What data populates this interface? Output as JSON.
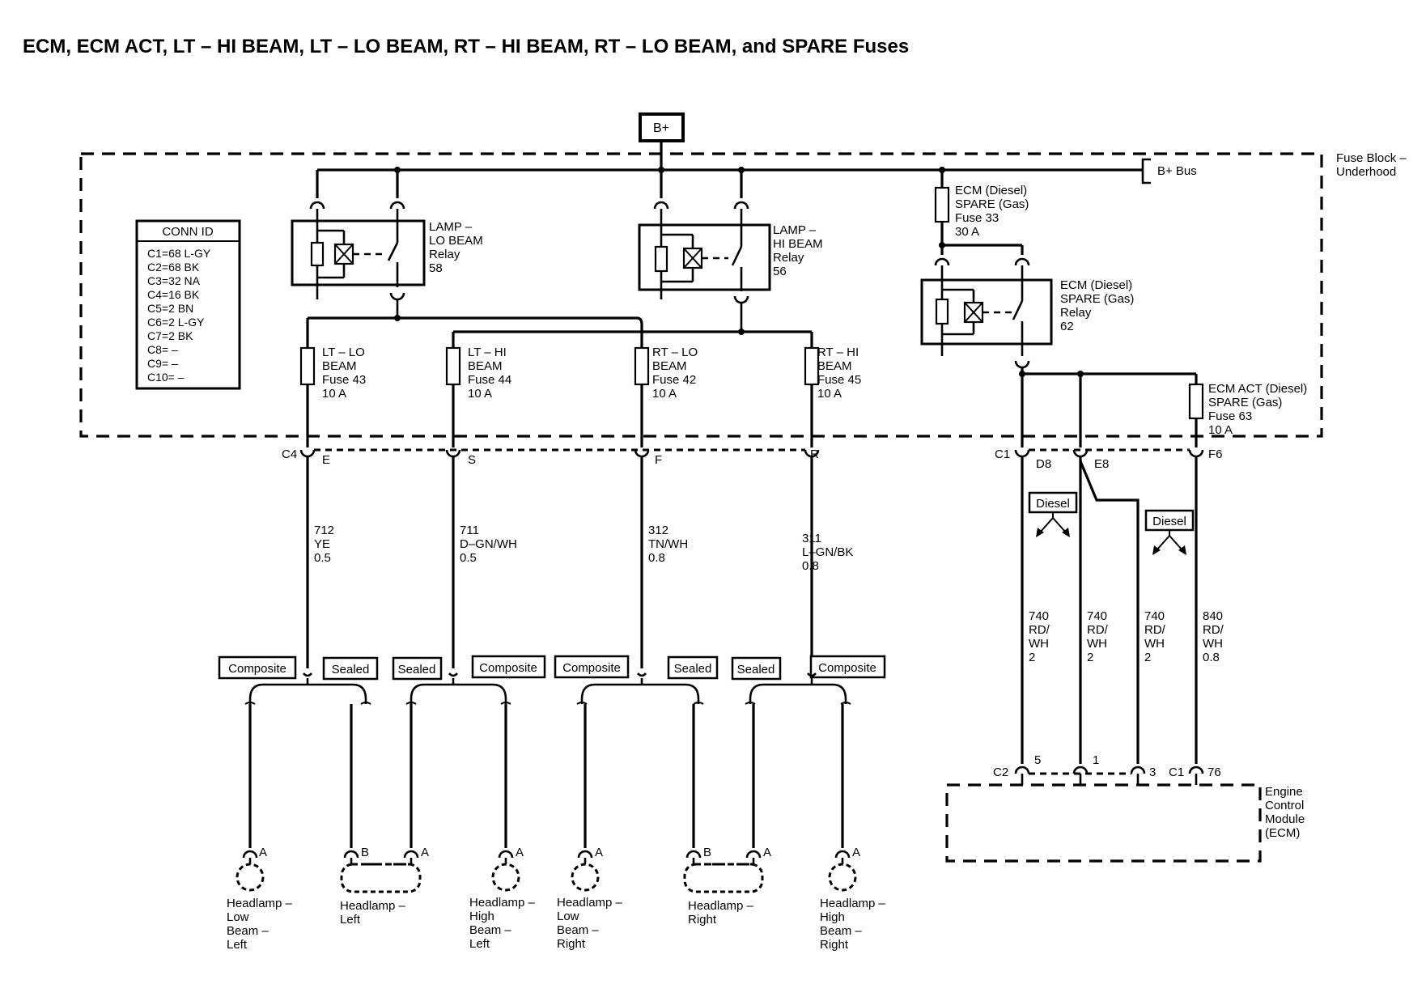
{
  "title": "ECM, ECM ACT, LT – HI BEAM, LT – LO BEAM, RT – HI BEAM, RT – LO BEAM, and SPARE Fuses",
  "power": {
    "source": "B+",
    "bus": "B+ Bus"
  },
  "fuse_block": {
    "line1": "Fuse Block –",
    "line2": "Underhood"
  },
  "conn_id": {
    "header": "CONN ID",
    "rows": [
      "C1=68 L-GY",
      "C2=68 BK",
      "C3=32 NA",
      "C4=16 BK",
      "C5=2 BN",
      "C6=2 L-GY",
      "C7=2 BK",
      "C8= –",
      "C9= –",
      "C10= –"
    ]
  },
  "relays": {
    "lo_beam": [
      "LAMP –",
      "LO BEAM",
      "Relay",
      "58"
    ],
    "hi_beam": [
      "LAMP –",
      "HI BEAM",
      "Relay",
      "56"
    ],
    "ecm": [
      "ECM (Diesel)",
      "SPARE (Gas)",
      "Relay",
      "62"
    ]
  },
  "fuses": {
    "f43": [
      "LT – LO",
      "BEAM",
      "Fuse 43",
      "10 A"
    ],
    "f44": [
      "LT – HI",
      "BEAM",
      "Fuse 44",
      "10 A"
    ],
    "f42": [
      "RT – LO",
      "BEAM",
      "Fuse 42",
      "10 A"
    ],
    "f45": [
      "RT – HI",
      "BEAM",
      "Fuse 45",
      "10 A"
    ],
    "f33": [
      "ECM (Diesel)",
      "SPARE (Gas)",
      "Fuse 33",
      "30 A"
    ],
    "f63": [
      "ECM ACT (Diesel)",
      "SPARE (Gas)",
      "Fuse 63",
      "10 A"
    ]
  },
  "connectors": {
    "c4": "C4",
    "c1": "C1",
    "c2": "C2",
    "c1b": "C1",
    "pins_top": [
      "E",
      "S",
      "F",
      "R",
      "D8",
      "E8",
      "F6"
    ],
    "pins_ecm": [
      "5",
      "1",
      "3",
      "76"
    ]
  },
  "wires": {
    "w712": [
      "712",
      "YE",
      "0.5"
    ],
    "w711": [
      "711",
      "D–GN/WH",
      "0.5"
    ],
    "w312": [
      "312",
      "TN/WH",
      "0.8"
    ],
    "w311": [
      "311",
      "L–GN/BK",
      "0.8"
    ],
    "w740a": [
      "740",
      "RD/",
      "WH",
      "2"
    ],
    "w740b": [
      "740",
      "RD/",
      "WH",
      "2"
    ],
    "w740c": [
      "740",
      "RD/",
      "WH",
      "2"
    ],
    "w840": [
      "840",
      "RD/",
      "WH",
      "0.8"
    ]
  },
  "options": {
    "diesel": "Diesel",
    "composite": "Composite",
    "sealed": "Sealed"
  },
  "lamp_pins": {
    "a": "A",
    "b": "B"
  },
  "headlamps": {
    "low_left": [
      "Headlamp –",
      "Low",
      "Beam –",
      "Left"
    ],
    "left": [
      "Headlamp –",
      "Left"
    ],
    "high_left": [
      "Headlamp –",
      "High",
      "Beam –",
      "Left"
    ],
    "low_right": [
      "Headlamp –",
      "Low",
      "Beam –",
      "Right"
    ],
    "right": [
      "Headlamp –",
      "Right"
    ],
    "high_right": [
      "Headlamp –",
      "High",
      "Beam –",
      "Right"
    ]
  },
  "ecm_module": [
    "Engine",
    "Control",
    "Module",
    "(ECM)"
  ]
}
